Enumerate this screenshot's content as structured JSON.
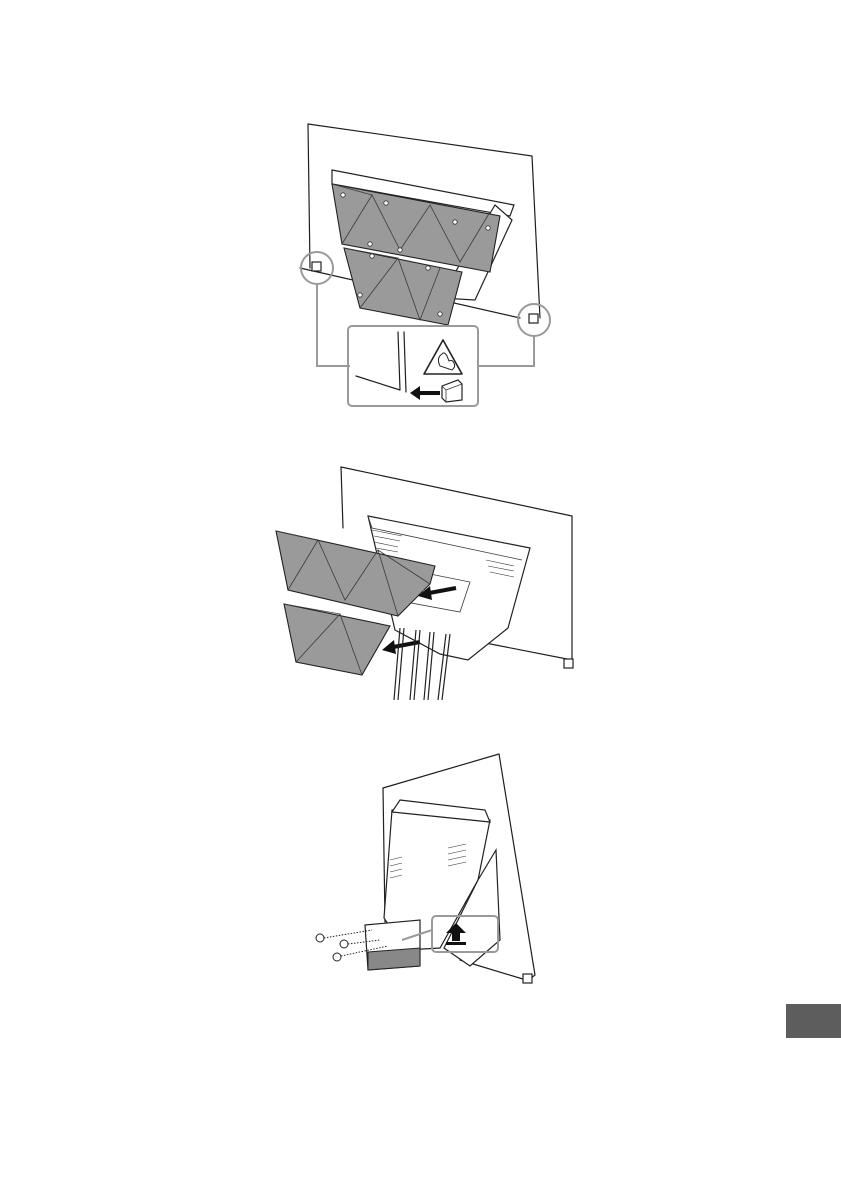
{
  "document": {
    "type": "instruction-illustrations",
    "figures": [
      {
        "id": "figure-1",
        "description_icon": "hand-pinch-warning-icon"
      },
      {
        "id": "figure-2",
        "description_icon": "cable-cover-removal"
      },
      {
        "id": "figure-3",
        "description_icon": "up-arrow-icon"
      }
    ],
    "colors": {
      "panel_fill": "#9a9a9a",
      "callout_border": "#9a9a9a",
      "page_tab": "#5d5d5d"
    }
  }
}
